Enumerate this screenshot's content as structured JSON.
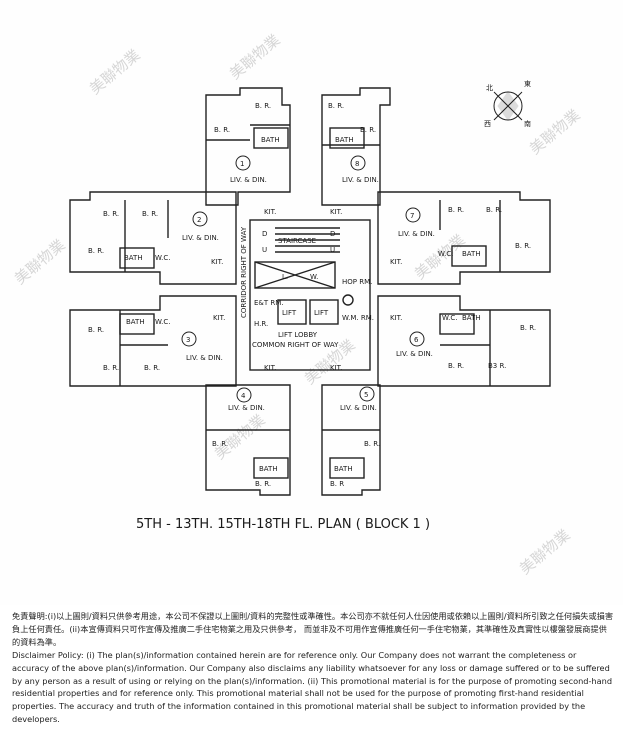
{
  "plan_title": "5TH - 13TH. 15TH-18TH FL. PLAN ( BLOCK 1 )",
  "watermark_text": "美聯物業",
  "compass": {
    "n": "北",
    "e": "東",
    "w": "西",
    "s": "南"
  },
  "unit_numbers": [
    "1",
    "2",
    "3",
    "4",
    "5",
    "6",
    "7",
    "8"
  ],
  "room_labels": {
    "br": "B. R.",
    "br_alt": "B. R",
    "br_b3": "B3 R.",
    "bath": "BATH",
    "wc": "W.C.",
    "liv_din": "LIV. & DIN.",
    "kit": "KIT.",
    "lift": "LIFT",
    "lift_lobby": "LIFT LOBBY",
    "common_row": "COMMON RIGHT OF WAY",
    "corridor_row": "CORRIDOR RIGHT OF WAY",
    "et_rm": "E&T RM.",
    "wm_rm": "W.M. RM.",
    "hop_rm": "HOP RM.",
    "staircase": "STAIRCASE",
    "lw_l": "L.",
    "lw_w": "W.",
    "hr": "H.R.",
    "d": "D",
    "u": "U"
  },
  "disclaimer": {
    "zh": "免責聲明:(i)以上圖則/資料只供參考用途，本公司不保證以上圖則/資料的完整性或準確性。本公司亦不就任何人仕因使用或依賴以上圖則/資料所引致之任何損失或損害負上任何責任。(ii)本宣傳資料只可作宣傳及推廣二手住宅物業之用及只供參考， 而並非及不可用作宣傳推廣任何一手住宅物業，其準確性及真實性以樓盤發展商提供的資料為準。",
    "en": "Disclaimer Policy: (i) The plan(s)/information contained herein are for reference only. Our Company does not warrant the completeness or accuracy of the above plan(s)/information. Our Company also disclaims any liability whatsoever for any loss or damage suffered or to be suffered by any person as a result of using or relying on the plan(s)/information. (ii) This promotional material is for the purpose of promoting second-hand residential properties and for reference only. This promotional material shall not be used for the purpose of promoting first-hand residential properties. The accuracy and truth of the information contained in this promotional material shall be subject to information provided by the developers."
  }
}
